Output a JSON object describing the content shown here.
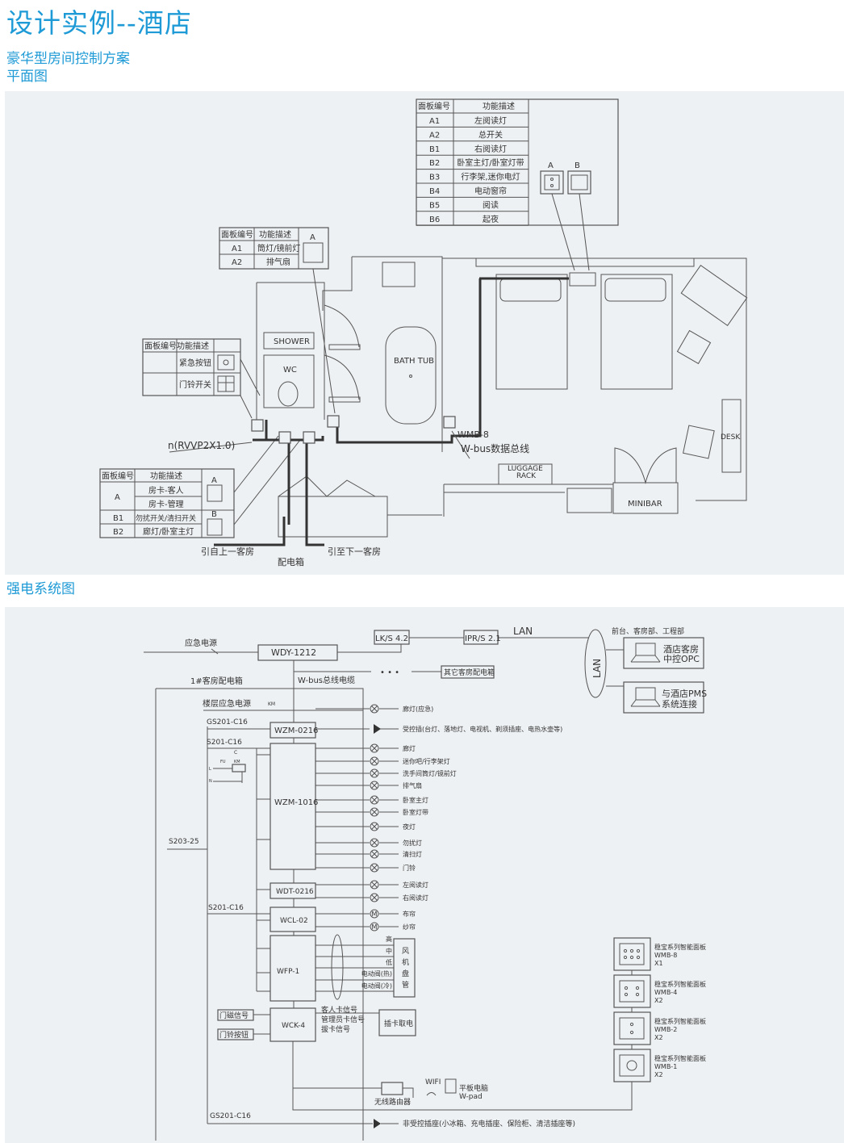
{
  "title": "设计实例--酒店",
  "subtitle1": "豪华型房间控制方案",
  "subtitle2": "平面图",
  "section2": "强电系统图",
  "colors": {
    "accent": "#1e9ad6",
    "panel_bg": "#eef1f3",
    "line": "#555555"
  },
  "floorplan": {
    "table_main": {
      "headers": [
        "面板编号",
        "功能描述"
      ],
      "rows": [
        [
          "A1",
          "左阅读灯"
        ],
        [
          "A2",
          "总开关"
        ],
        [
          "B1",
          "右阅读灯"
        ],
        [
          "B2",
          "卧室主灯/卧室灯带"
        ],
        [
          "B3",
          "行李架,迷你电灯"
        ],
        [
          "B4",
          "电动窗帘"
        ],
        [
          "B5",
          "阅读"
        ],
        [
          "B6",
          "起夜"
        ]
      ],
      "panel_a": "A",
      "panel_b": "B"
    },
    "table_bath": {
      "headers": [
        "面板编号",
        "功能描述",
        "A"
      ],
      "rows": [
        [
          "A1",
          "筒灯/镜前灯"
        ],
        [
          "A2",
          "排气扇"
        ]
      ]
    },
    "table_wc": {
      "header": "面板编号功能描述",
      "rows": [
        "紧急按钮",
        "门铃开关"
      ]
    },
    "table_entry": {
      "headers": [
        "面板编号",
        "功能描述"
      ],
      "panel_a": "A",
      "panel_b": "B",
      "rows": [
        [
          "A",
          "房卡-客人"
        ],
        [
          "",
          "房卡-管理"
        ],
        [
          "B1",
          "勿扰开关/清扫开关"
        ],
        [
          "B2",
          "廊灯/卧室主灯"
        ]
      ]
    },
    "labels": {
      "shower": "SHOWER",
      "wc": "WC",
      "bathtub": "BATH TUB",
      "desk": "DESK",
      "luggage": "LUGGAGE",
      "rack": "RACK",
      "minibar": "MINIBAR",
      "cable": "n(RVVP2X1.0)",
      "wmb8": "WMB-8",
      "wbus": "W-bus数据总线",
      "from_prev": "引自上一客房",
      "to_next": "引至下一客房",
      "dist_box": "配电箱"
    }
  },
  "system": {
    "emergency_power": "应急电源",
    "wdy": "WDY-1212",
    "lks": "LK/S 4.2",
    "iprs": "IPR/S 2.1",
    "lan": "LAN",
    "lan_ellipse": "LAN",
    "other_boxes": "其它客房配电箱",
    "dots": "• • •",
    "wbus_cable": "W-bus总线电缆",
    "room_box": "1#客房配电箱",
    "floor_emergency": "楼层应急电源",
    "km": "KM",
    "breakers": {
      "gs1": "GS201-C16",
      "s1": "S201-C16",
      "s203": "S203-25",
      "s2": "S201-C16",
      "gs2": "GS201-C16"
    },
    "fu": "FU",
    "km2": "KM",
    "l": "L",
    "n": "N",
    "c": "C",
    "modules": {
      "wzm0216": "WZM-0216",
      "wzm1016": "WZM-1016",
      "wdt": "WDT-0216",
      "wcl": "WCL-02",
      "wfp": "WFP-1",
      "wck": "WCK-4"
    },
    "loads": [
      {
        "label": "廊灯(应急)",
        "sym": "lamp"
      },
      {
        "label": "受控插(台灯、落地灯、电视机、剃须插座、电热水壶等)",
        "sym": "socket"
      },
      {
        "label": "廊灯",
        "sym": "lamp"
      },
      {
        "label": "迷你吧/行李架灯",
        "sym": "lamp"
      },
      {
        "label": "洗手间筒灯/镜前灯",
        "sym": "lamp"
      },
      {
        "label": "排气扇",
        "sym": "lamp"
      },
      {
        "label": "卧室主灯",
        "sym": "lamp"
      },
      {
        "label": "卧室灯带",
        "sym": "lamp"
      },
      {
        "label": "夜灯",
        "sym": "lamp"
      },
      {
        "label": "勿扰灯",
        "sym": "lamp"
      },
      {
        "label": "清扫灯",
        "sym": "lamp"
      },
      {
        "label": "门铃",
        "sym": "lamp"
      },
      {
        "label": "左阅读灯",
        "sym": "lamp"
      },
      {
        "label": "右阅读灯",
        "sym": "lamp"
      },
      {
        "label": "布帘",
        "sym": "motor"
      },
      {
        "label": "纱帘",
        "sym": "motor"
      }
    ],
    "motor_symbol": "M",
    "fan_levels": [
      "高",
      "中",
      "低",
      "电动阀(热)",
      "电动阀(冷)"
    ],
    "fan_coil": [
      "风",
      "机",
      "盘",
      "管"
    ],
    "card_signals": [
      "客人卡信号",
      "管理员卡信号",
      "拔卡信号"
    ],
    "card_power": "插卡取电",
    "door_sensor": "门磁信号",
    "doorbell_button": "门铃按钮",
    "router": "无线路由器",
    "wifi": "WIFI",
    "tablet": "平板电脑",
    "wpad": "W-pad",
    "uncontrolled": "非受控插座(小冰箱、充电插座、保险柜、清洁插座等)",
    "departments": "前台、客房部、工程部",
    "opc": [
      "酒店客房",
      "中控OPC"
    ],
    "pms": [
      "与酒店PMS",
      "系统连接"
    ],
    "panels": [
      {
        "name": "稳宝系列智能面板",
        "model": "WMB-8",
        "qty": "X1"
      },
      {
        "name": "稳宝系列智能面板",
        "model": "WMB-4",
        "qty": "X2"
      },
      {
        "name": "稳宝系列智能面板",
        "model": "WMB-2",
        "qty": "X2"
      },
      {
        "name": "稳宝系列智能面板",
        "model": "WMB-1",
        "qty": "X2"
      }
    ]
  }
}
